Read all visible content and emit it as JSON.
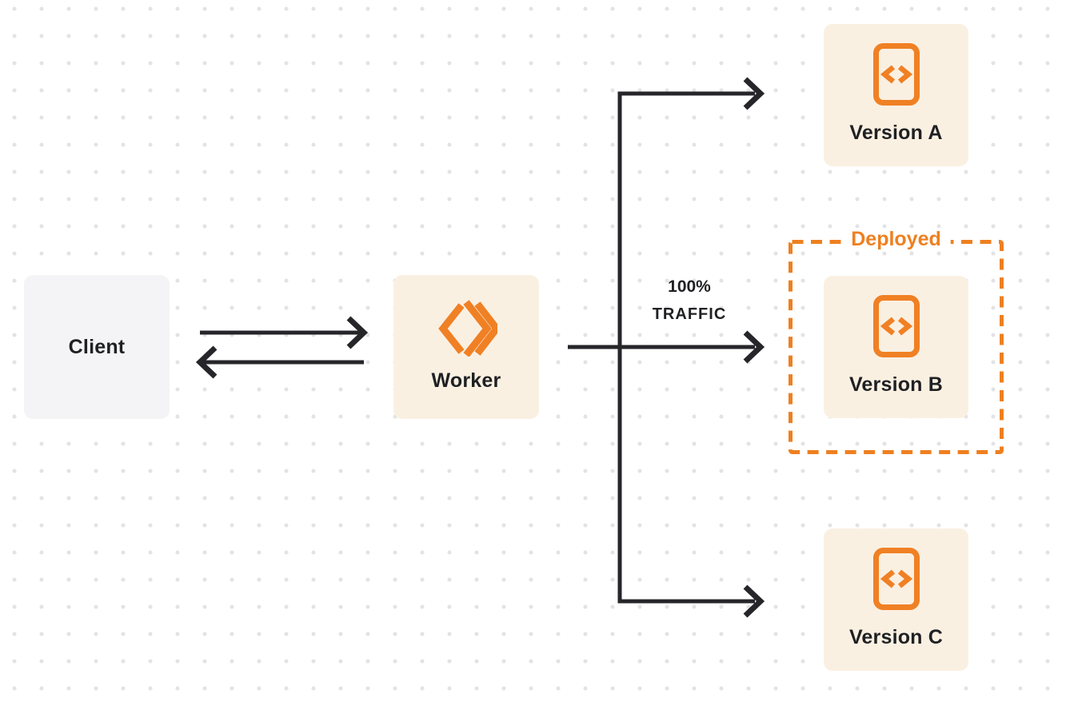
{
  "diagram": {
    "nodes": {
      "client": {
        "label": "Client"
      },
      "worker": {
        "label": "Worker",
        "icon": "cloudflare-workers-logo"
      },
      "version_a": {
        "label": "Version A",
        "icon": "code-file"
      },
      "version_b": {
        "label": "Version B",
        "icon": "code-file"
      },
      "version_c": {
        "label": "Version C",
        "icon": "code-file"
      }
    },
    "annotations": {
      "deployed_label": "Deployed",
      "traffic_line1": "100%",
      "traffic_line2": "TRAFFIC"
    },
    "colors": {
      "accent_orange": "#EE8020",
      "node_cream_bg": "#FAF0E2",
      "client_node_bg": "#F4F4F6",
      "connector_ink": "#26262A",
      "grid_dot": "#E3E3E6",
      "background": "#FFFFFF"
    }
  }
}
